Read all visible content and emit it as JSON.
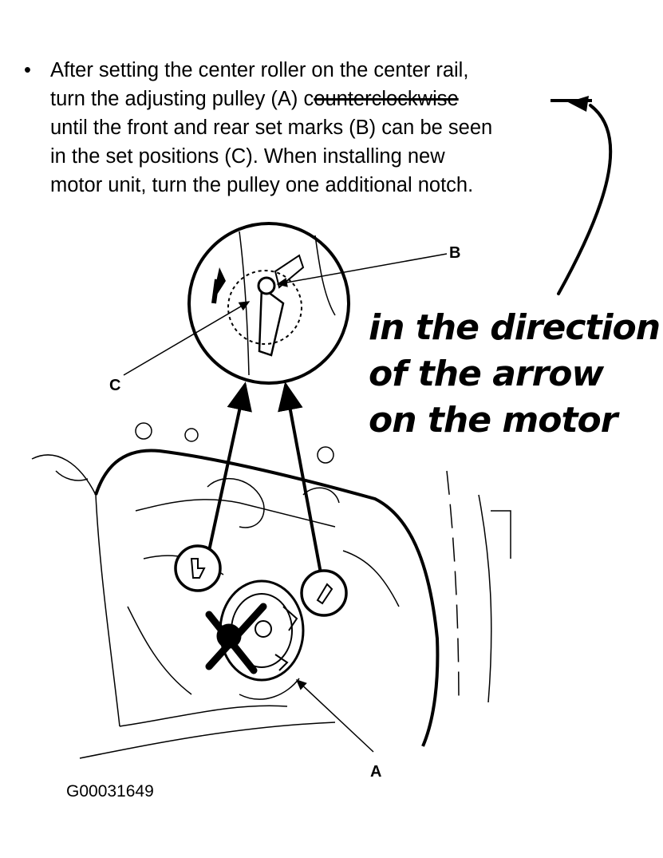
{
  "instruction": {
    "bullet": "•",
    "line1": "After setting the center roller on the center rail,",
    "line2_before": "turn the adjusting pulley (A) c",
    "line2_struck": "ounterclockwise",
    "line3": "until the front and rear set marks (B) can be seen",
    "line4": "in the set positions (C). When installing new",
    "line5": "motor unit, turn the pulley one additional notch."
  },
  "callouts": {
    "a": "A",
    "b": "B",
    "c": "C"
  },
  "handwritten_note": {
    "line1": "in the direction",
    "line2": "of the arrow",
    "line3": "on the motor"
  },
  "figure_id": "G00031649"
}
